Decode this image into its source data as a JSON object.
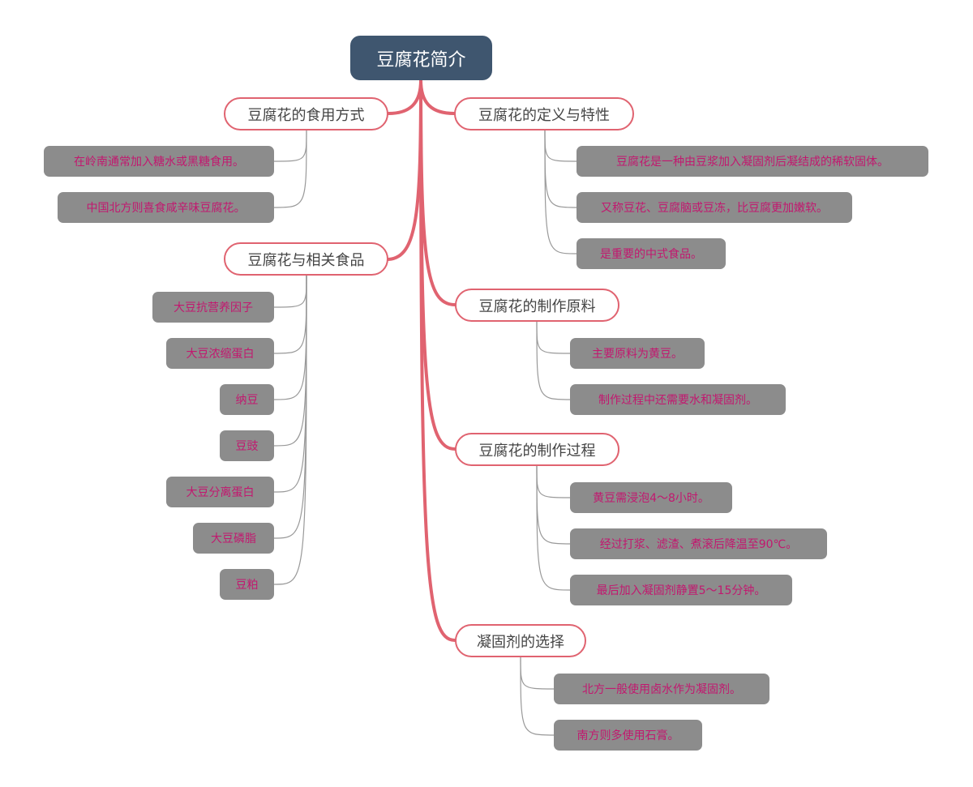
{
  "colors": {
    "root_fill": "#3f566f",
    "branch_line": "#e06370",
    "leaf_fill": "#8c8c8c",
    "leaf_text": "#c2186f",
    "connector": "#999999"
  },
  "mindmap": {
    "root": "豆腐花简介",
    "branches": [
      {
        "label": "豆腐花的食用方式",
        "items": [
          "在岭南通常加入糖水或黑糖食用。",
          "中国北方则喜食咸辛味豆腐花。"
        ]
      },
      {
        "label": "豆腐花与相关食品",
        "items": [
          "大豆抗营养因子",
          "大豆浓缩蛋白",
          "纳豆",
          "豆豉",
          "大豆分离蛋白",
          "大豆磷脂",
          "豆粕"
        ]
      },
      {
        "label": "豆腐花的定义与特性",
        "items": [
          "豆腐花是一种由豆浆加入凝固剂后凝结成的稀软固体。",
          "又称豆花、豆腐脑或豆冻，比豆腐更加嫩软。",
          "是重要的中式食品。"
        ]
      },
      {
        "label": "豆腐花的制作原料",
        "items": [
          "主要原料为黄豆。",
          "制作过程中还需要水和凝固剂。"
        ]
      },
      {
        "label": "豆腐花的制作过程",
        "items": [
          "黄豆需浸泡4～8小时。",
          "经过打浆、滤渣、煮滚后降温至90℃。",
          "最后加入凝固剂静置5～15分钟。"
        ]
      },
      {
        "label": "凝固剂的选择",
        "items": [
          "北方一般使用卤水作为凝固剂。",
          "南方则多使用石膏。"
        ]
      }
    ]
  }
}
